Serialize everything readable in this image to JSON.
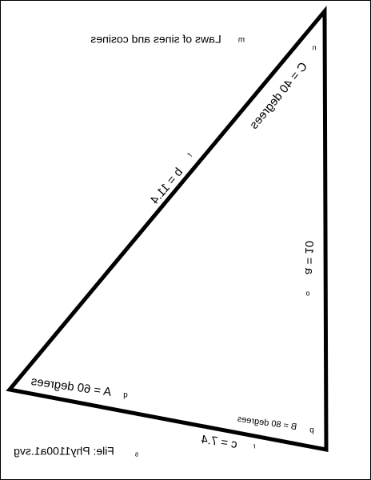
{
  "diagram": {
    "title": "Laws of sines and cosines",
    "title_marker": "m",
    "side_b": "b = 11.4",
    "side_b_marker": "f",
    "side_a": "a = 10",
    "side_a_marker": "o",
    "side_c": "c = 7.4",
    "side_c_marker": "r",
    "angle_A": "A = 60 degrees",
    "angle_A_marker": "q",
    "angle_B": "B = 80 degrees",
    "angle_B_marker": "p",
    "angle_C": "C = 40 degrees",
    "angle_C_marker": "n",
    "file_label": "File: Phy1100a1.svg",
    "file_marker": "s"
  },
  "colors": {
    "stroke": "#000000",
    "background": "#ffffff"
  }
}
